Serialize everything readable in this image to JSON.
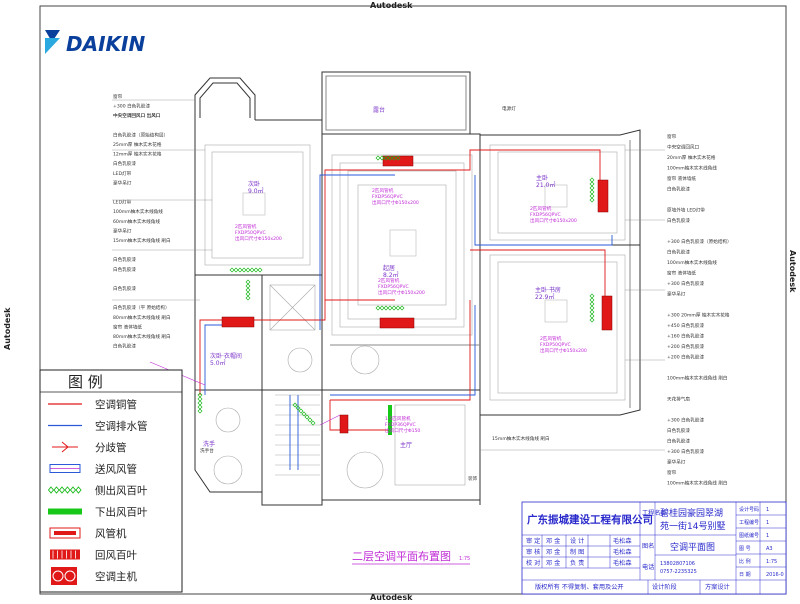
{
  "watermark": {
    "text": "Autodesk"
  },
  "brand": {
    "name": "DAIKIN",
    "color": "#0a3f9c"
  },
  "drawing_title": {
    "text": "二层空调平面布置图",
    "scale": "1:75"
  },
  "rooms": [
    {
      "id": "bedroom1",
      "name": "次卧",
      "area": "9.0㎡"
    },
    {
      "id": "living",
      "name": "起居",
      "area": "8.2㎡"
    },
    {
      "id": "master",
      "name": "主卧",
      "area": "21.0㎡"
    },
    {
      "id": "master_bath",
      "name": "主卧·书房",
      "area": "22.9㎡"
    },
    {
      "id": "bedroom2",
      "name": "次卧·衣帽间",
      "area": "5.0㎡"
    },
    {
      "id": "hall",
      "name": "主厅",
      "area": ""
    },
    {
      "id": "balcony",
      "name": "露台",
      "area": ""
    },
    {
      "id": "wash",
      "name": "洗手",
      "area": ""
    }
  ],
  "unit_specs": [
    {
      "id": "u1",
      "lines": [
        "2匹风管机",
        "FXDP50QPVC",
        "出风口尺寸Φ150x200"
      ]
    },
    {
      "id": "u2",
      "lines": [
        "2匹风管机",
        "FXDP56QPVC",
        "出风口尺寸Φ150x200"
      ]
    },
    {
      "id": "u3",
      "lines": [
        "2匹风管机",
        "FXDP56QPVC",
        "出风口尺寸Φ150x200"
      ]
    },
    {
      "id": "u4",
      "lines": [
        "2匹风管机",
        "FXDP56QPVC",
        "出风口尺寸Φ150x200"
      ]
    },
    {
      "id": "u5",
      "lines": [
        "2匹风管机",
        "FXDP50QPVC",
        "出风口尺寸Φ150x200"
      ]
    },
    {
      "id": "u6",
      "lines": [
        "1.5匹风管机",
        "FXDP36QPVC",
        "出风口尺寸Φ150"
      ]
    }
  ],
  "notes_left": [
    "窗帘",
    "+300 白色乳胶漆",
    "中央空调回风口 出风口",
    "",
    "白色乳胶漆（原始结构层）",
    "25mm厚 柚木实木花格",
    "12mm厚 柚木实木花格",
    "白色乳胶漆",
    "LED灯带",
    "豪华吊灯",
    "",
    "LED灯带",
    "100mm柚木实木线角线",
    "60mm柚木实木线角线",
    "豪华吊灯",
    "15mm柚木实木线角线 刷白",
    "",
    "白色乳胶漆",
    "白色乳胶漆",
    "",
    "白色乳胶漆",
    "",
    "白色乳胶漆（平 原始结构）",
    "80mm柚木实木线角线 刷白",
    "窗帘 液体墙纸",
    "80mm柚木实木线角线 刷白",
    "白色乳胶漆"
  ],
  "notes_right": [
    "窗帘",
    "中央空调回风口",
    "20mm厚 柚木实木花格",
    "100mm柚木实木线角线",
    "窗帘 液体墙纸",
    "白色乳胶漆",
    "",
    "原墙外墙 LED灯带",
    "白色乳胶漆",
    "",
    "+300 白色乳胶漆（原始结构）",
    "白色乳胶漆",
    "100mm柚木实木线角线",
    "窗帘 液体墙纸",
    "+300 白色乳胶漆",
    "豪华吊灯",
    "",
    "+300 20mm厚 柚木实木花格",
    "+450 白色乳胶漆",
    "+160 白色乳胶漆",
    "+200 白色乳胶漆",
    "+200 白色乳胶漆",
    "",
    "100mm柚木实木线角线 刷白",
    "",
    "天花排气扇",
    "",
    "+300 白色乳胶漆",
    "白色乳胶漆",
    "白色乳胶漆",
    "+300 白色乳胶漆",
    "豪华吊灯",
    "窗帘",
    "100mm柚木实木线角线 刷白"
  ],
  "notes_mid": [
    "中央空调回风口 出风口",
    "电源灯",
    "15mm柚木实木线角线 刷白",
    "装饰",
    "洗手台"
  ],
  "legend": {
    "title": "图   例",
    "items": [
      {
        "label": "空调铜管",
        "icon": "copper-pipe-icon",
        "color": "#e01818"
      },
      {
        "label": "空调排水管",
        "icon": "drain-pipe-icon",
        "color": "#2a5ad8"
      },
      {
        "label": "分歧管",
        "icon": "branch-pipe-icon",
        "color": "#e01818"
      },
      {
        "label": "送风风管",
        "icon": "supply-duct-icon",
        "color": "#2a5ad8"
      },
      {
        "label": "侧出风百叶",
        "icon": "side-louver-icon",
        "color": "#18b818"
      },
      {
        "label": "下出风百叶",
        "icon": "down-louver-icon",
        "color": "#18c818"
      },
      {
        "label": "风管机",
        "icon": "duct-unit-icon",
        "color": "#e01818"
      },
      {
        "label": "回风百叶",
        "icon": "return-louver-icon",
        "color": "#e01818"
      },
      {
        "label": "空调主机",
        "icon": "outdoor-unit-icon",
        "color": "#e01818"
      }
    ]
  },
  "title_block": {
    "company": "广东振城建设工程有限公司",
    "project_label": "工程名称",
    "project_name": "碧桂园豪园翠湖",
    "project_sub": "苑一街14号别墅",
    "roles": [
      {
        "role": "审 定",
        "name": "邓 金"
      },
      {
        "role": "审 核",
        "name": "邓 金"
      },
      {
        "role": "校 对",
        "name": "邓 金"
      }
    ],
    "roles2": [
      {
        "role": "设 计",
        "name": "毛松森"
      },
      {
        "role": "制 图",
        "name": "毛松森"
      },
      {
        "role": "负 责",
        "name": "毛松森"
      }
    ],
    "drawing_label": "图名",
    "drawing_name": "空调平面图",
    "phone_label": "电话",
    "phone_lines": [
      "13802807106",
      "0757-2235325"
    ],
    "copyright": "版权所有 不得复制、套用及公开",
    "fields": [
      {
        "k": "设计号码",
        "v": "1"
      },
      {
        "k": "工程编号",
        "v": "1"
      },
      {
        "k": "图纸编号",
        "v": "1"
      },
      {
        "k": "图 号",
        "v": "A3"
      },
      {
        "k": "比 例",
        "v": "1:75"
      },
      {
        "k": "日 期",
        "v": "2016-0"
      }
    ],
    "stage_label": "设计阶段",
    "stage_value": "方案设计"
  }
}
